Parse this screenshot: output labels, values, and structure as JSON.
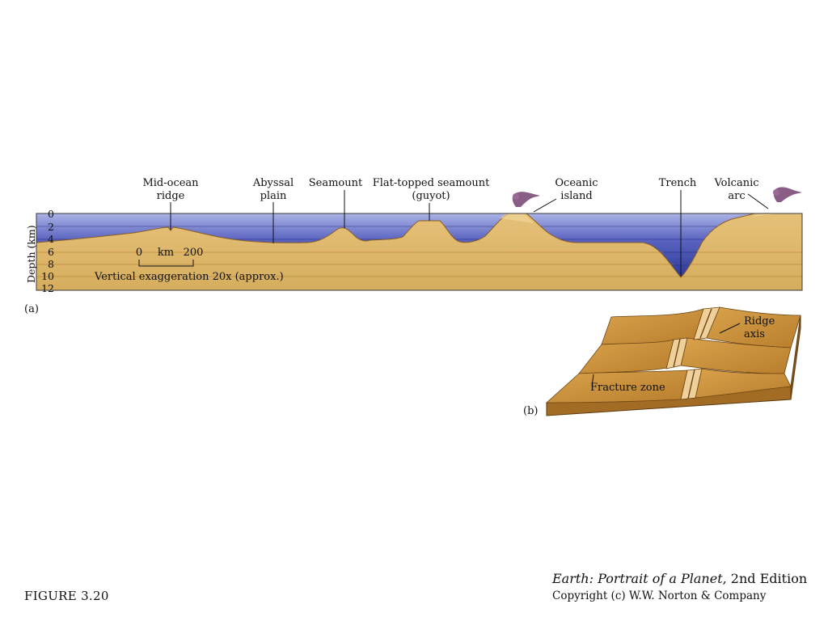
{
  "labels": {
    "mid_ocean_ridge_1": "Mid-ocean",
    "mid_ocean_ridge_2": "ridge",
    "abyssal_plain_1": "Abyssal",
    "abyssal_plain_2": "plain",
    "seamount": "Seamount",
    "guyot_1": "Flat-topped seamount",
    "guyot_2": "(guyot)",
    "oceanic_island_1": "Oceanic",
    "oceanic_island_2": "island",
    "trench": "Trench",
    "volcanic_arc_1": "Volcanic",
    "volcanic_arc_2": "arc"
  },
  "depth_axis": {
    "title": "Depth (km)",
    "ticks": [
      "0",
      "2",
      "4",
      "6",
      "8",
      "10",
      "12"
    ]
  },
  "scale_bar": {
    "start": "0",
    "unit": "km",
    "end": "200",
    "exaggeration": "Vertical exaggeration 20x (approx.)"
  },
  "panel_labels": {
    "a": "(a)",
    "b": "(b)"
  },
  "block_labels": {
    "ridge_axis_1": "Ridge",
    "ridge_axis_2": "axis",
    "fracture_zone": "Fracture zone"
  },
  "figure_label": "FIGURE 3.20",
  "credits": {
    "book_title": "Earth: Portrait of a Planet",
    "edition": ", 2nd Edition",
    "copyright": "Copyright (c) W.W. Norton & Company"
  },
  "colors": {
    "water_light": "#9fa8e0",
    "water_dark": "#2c3596",
    "sediment": "#ddb86a",
    "sediment_line": "#a8762e",
    "block_top": "#c98f3c",
    "block_side": "#a56f26",
    "smoke": "#8a5d86"
  }
}
